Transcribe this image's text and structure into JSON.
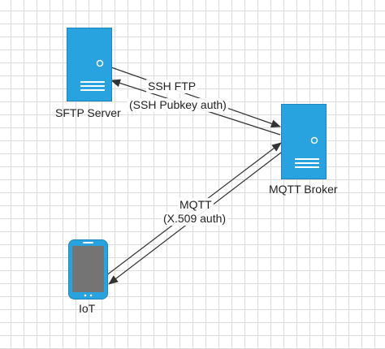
{
  "colors": {
    "server_fill": "#29a3e0",
    "server_stroke": "#1e86bd",
    "device_frame": "#29a3e0",
    "device_screen": "#747474",
    "line": "#333333",
    "grid": "#dcdcdc"
  },
  "nodes": {
    "sftp_server": {
      "label": "SFTP Server",
      "icon": "server-icon"
    },
    "mqtt_broker": {
      "label": "MQTT Broker",
      "icon": "server-icon"
    },
    "iot": {
      "label": "IoT",
      "icon": "mobile-device-icon"
    }
  },
  "edges": {
    "ssh": {
      "line1": "SSH FTP",
      "line2": "(SSH Pubkey auth)"
    },
    "mqtt": {
      "line1": "MQTT",
      "line2": "(X.509 auth)"
    }
  }
}
